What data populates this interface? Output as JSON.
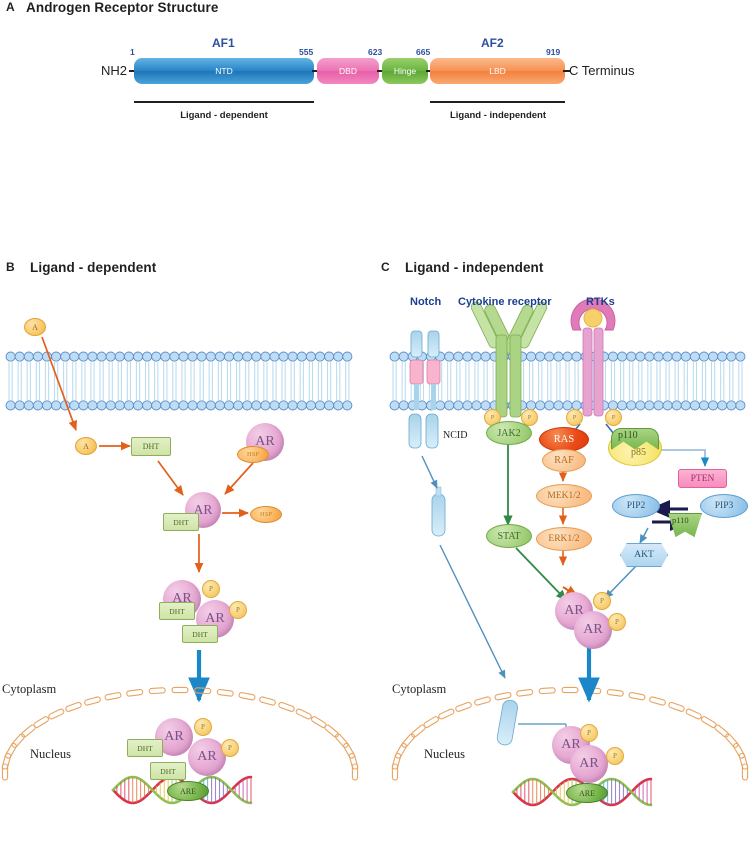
{
  "figure": {
    "panels": [
      {
        "letter": "A",
        "title": "Androgen Receptor Structure"
      },
      {
        "letter": "B",
        "title": "Ligand - dependent"
      },
      {
        "letter": "C",
        "title": "Ligand - independent"
      }
    ]
  },
  "panel_a": {
    "n_terminus": "NH2",
    "c_terminus": "C Terminus",
    "domains": [
      {
        "name": "NTD",
        "start": "1",
        "end": "555",
        "color": "#2a86c8"
      },
      {
        "name": "DBD",
        "start": "",
        "end": "623",
        "color": "#ec74b4"
      },
      {
        "name": "Hinge",
        "start": "665",
        "end": "",
        "color": "#6cb543"
      },
      {
        "name": "LBD",
        "start": "",
        "end": "919",
        "color": "#f4813d"
      }
    ],
    "residue_numbers": [
      "1",
      "555",
      "623",
      "665",
      "919"
    ],
    "activation_functions": [
      {
        "label": "AF1",
        "color": "#2c4f9e"
      },
      {
        "label": "AF2",
        "color": "#2c4f9e"
      }
    ],
    "brackets": [
      {
        "label": "Ligand - dependent"
      },
      {
        "label": "Ligand - independent"
      }
    ]
  },
  "panel_b": {
    "androgen_extracellular": "A",
    "androgen_intracellular": "A",
    "dht": "DHT",
    "ar": "AR",
    "hsp": "HSP",
    "phosphate": "P",
    "are": "ARE",
    "compartments": {
      "cytoplasm": "Cytoplasm",
      "nucleus": "Nucleus"
    },
    "cytoplasmic_dimer": {
      "ar_labels": [
        "AR",
        "AR"
      ],
      "dht_labels": [
        "DHT",
        "DHT"
      ],
      "phosphates": [
        "P",
        "P"
      ]
    },
    "nuclear_dimer": {
      "ar_labels": [
        "AR",
        "AR"
      ],
      "dht_labels": [
        "DHT",
        "DHT"
      ],
      "phosphates": [
        "P",
        "P"
      ]
    }
  },
  "panel_c": {
    "receptors": [
      {
        "label": "Notch",
        "color": "#1c3f8f"
      },
      {
        "label": "Cytokine receptor",
        "color": "#1c3f8f"
      },
      {
        "label": "RTKs",
        "color": "#1c3f8f"
      }
    ],
    "notch_fragment": "NCID",
    "phosphates": [
      "P",
      "P",
      "P",
      "P",
      "P",
      "P"
    ],
    "jak_stat": {
      "kinase": "JAK2",
      "effector": "STAT"
    },
    "mapk": {
      "ras": "RAS",
      "raf": "RAF",
      "mek": "MEK1/2",
      "erk": "ERK1/2"
    },
    "pi3k": {
      "catalytic": "p110",
      "regulatory": "p85",
      "lipid_in": "PIP2",
      "lipid_out": "PIP3",
      "phosphatase": "PTEN",
      "kinase_small": "p110",
      "akt": "AKT"
    },
    "ar": "AR",
    "phosphate": "P",
    "are": "ARE",
    "compartments": {
      "cytoplasm": "Cytoplasm",
      "nucleus": "Nucleus"
    },
    "cytoplasmic_dimer": {
      "ar_labels": [
        "AR",
        "AR"
      ],
      "phosphates": [
        "P",
        "P"
      ]
    },
    "nuclear_dimer": {
      "ar_labels": [
        "AR",
        "AR"
      ],
      "phosphates": [
        "P",
        "P"
      ]
    }
  },
  "colors": {
    "membrane_head": "#bfdcf5",
    "membrane_head_stroke": "#5b8ec9",
    "membrane_tail": "#bcdcf0",
    "arrow_orange": "#e2601a",
    "arrow_blue": "#1b87c9",
    "arrow_green": "#2e8b45",
    "arrow_steel": "#4f90bd",
    "nuclear_envelope": "#e8a25e",
    "ar_fill": "#e8aed6",
    "dht_fill": "#cfe4a6",
    "hsp_fill": "#fbb55e"
  }
}
